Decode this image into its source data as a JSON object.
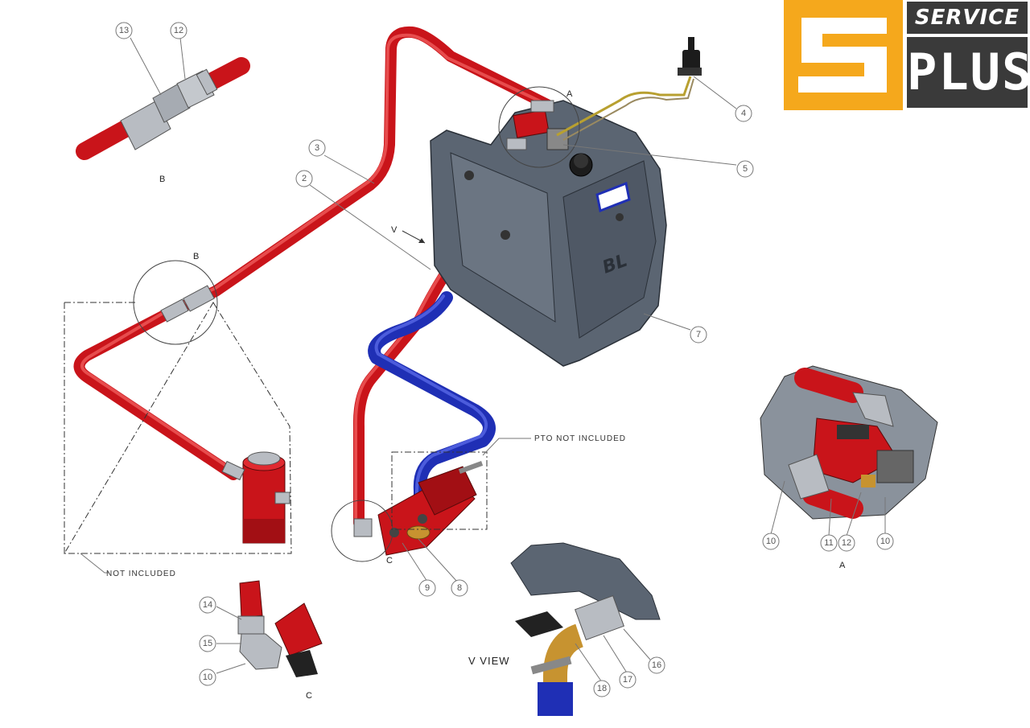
{
  "logo": {
    "brand_top": "SERVICE",
    "brand_bottom": "PLUS",
    "mark_letter": "S",
    "colors": {
      "yellow": "#f5a81c",
      "dark": "#3a3a3a",
      "white": "#ffffff"
    }
  },
  "callouts": [
    {
      "id": "c13",
      "text": "13"
    },
    {
      "id": "c12a",
      "text": "12"
    },
    {
      "id": "c3",
      "text": "3"
    },
    {
      "id": "c2",
      "text": "2"
    },
    {
      "id": "c4",
      "text": "4"
    },
    {
      "id": "c5",
      "text": "5"
    },
    {
      "id": "c7",
      "text": "7"
    },
    {
      "id": "c9",
      "text": "9"
    },
    {
      "id": "c8",
      "text": "8"
    },
    {
      "id": "c14",
      "text": "14"
    },
    {
      "id": "c15",
      "text": "15"
    },
    {
      "id": "c10c",
      "text": "10"
    },
    {
      "id": "c18",
      "text": "18"
    },
    {
      "id": "c17",
      "text": "17"
    },
    {
      "id": "c16",
      "text": "16"
    },
    {
      "id": "c10a1",
      "text": "10"
    },
    {
      "id": "c11",
      "text": "11"
    },
    {
      "id": "c12b",
      "text": "12"
    },
    {
      "id": "c10a2",
      "text": "10"
    }
  ],
  "labels": {
    "detail_b_top": "B",
    "detail_b_circle": "B",
    "detail_a_circle": "A",
    "detail_a_view": "A",
    "detail_c_circle": "C",
    "detail_c_view": "C",
    "v_arrow": "V",
    "v_view": "V  VIEW",
    "pto_note": "PTO NOT INCLUDED",
    "not_included": "NOT INCLUDED"
  },
  "colors": {
    "pressure_hose": "#c9141a",
    "return_hose": "#1f2fb5",
    "tank": "#5b6572",
    "metal": "#b8bcc2"
  },
  "icons": {
    "tank": "hydraulic-tank-icon",
    "pump": "gear-pump-icon",
    "cylinder": "tipping-cylinder-icon",
    "valve": "control-valve-icon",
    "lever": "control-lever-icon"
  }
}
